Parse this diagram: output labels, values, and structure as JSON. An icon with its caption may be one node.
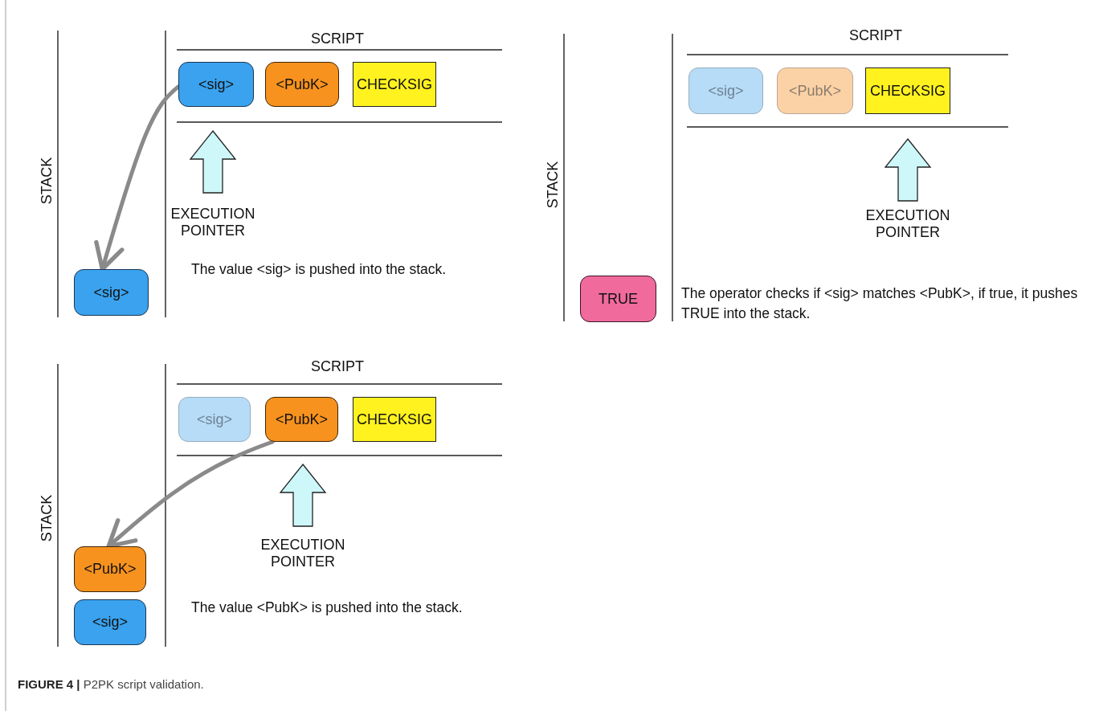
{
  "diagram": {
    "caption": "**FIGURE 4 |** P2PK script validation.",
    "nodes": [
      {
        "text": [
          "<sig>"
        ]
      },
      {
        "text": [
          "<PubK>"
        ]
      },
      {
        "text": [
          "CHECKSIG"
        ]
      },
      {
        "text": [
          "<sig>"
        ]
      },
      {
        "text": [
          "<sig>"
        ]
      },
      {
        "text": [
          "<PubK>"
        ]
      },
      {
        "text": [
          "CHECKSIG"
        ]
      },
      {
        "text": [
          "TRUE"
        ]
      },
      {
        "text": [
          "<sig>"
        ]
      },
      {
        "text": [
          "<PubK>"
        ]
      },
      {
        "text": [
          "CHECKSIG"
        ]
      },
      {
        "text": [
          "<PubK>"
        ]
      },
      {
        "text": [
          "<sig>"
        ]
      }
    ],
    "edges": [
      {
        "from": 0,
        "to": 3,
        "arrow": "to"
      },
      {
        "from": 9,
        "to": 11,
        "arrow": "to"
      }
    ],
    "labels": [
      "SCRIPT",
      "STACK",
      "EXECUTION POINTER",
      "The value <sig>  is pushed into the stack.",
      "SCRIPT",
      "STACK",
      "EXECUTION POINTER",
      "The operator checks if <sig> matches <PubK>, if true, it pushes TRUE into the stack.",
      "SCRIPT",
      "STACK",
      "EXECUTION POINTER",
      "The value <PubK> is pushed into the stack."
    ]
  }
}
